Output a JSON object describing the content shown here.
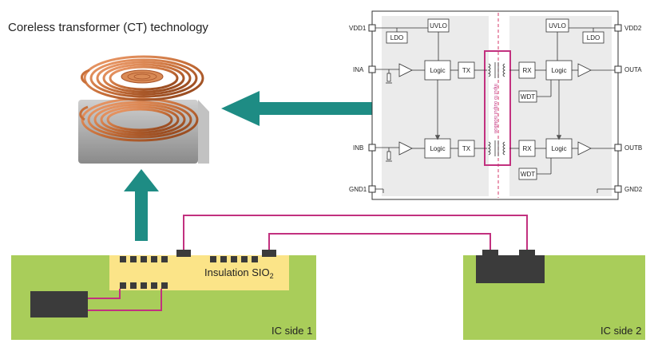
{
  "title": "Coreless transformer (CT) technology",
  "schematic": {
    "pins": {
      "vdd1": "VDD1",
      "vdd2": "VDD2",
      "ina": "INA",
      "inb": "INB",
      "outa": "OUTA",
      "outb": "OUTB",
      "gnd1": "GND1",
      "gnd2": "GND2"
    },
    "blocks": {
      "uvlo": "UVLO",
      "ldo": "LDO",
      "logic": "Logic",
      "tx": "TX",
      "rx": "RX",
      "wdt": "WDT"
    },
    "isolation_label": "Input to output isolation"
  },
  "cross_section": {
    "insulation_label": "Insulation SIO",
    "insulation_sub": "2",
    "side1_label": "IC side 1",
    "side2_label": "IC side 2"
  },
  "colors": {
    "teal_arrow": "#1e8c84",
    "board_green": "#a9cd5a",
    "insulation_yellow": "#fbe488",
    "wire_magenta": "#c2317f",
    "chip_dark": "#3b3b3b",
    "panel_gray": "#ebebeb",
    "copper": "#c8703a"
  }
}
